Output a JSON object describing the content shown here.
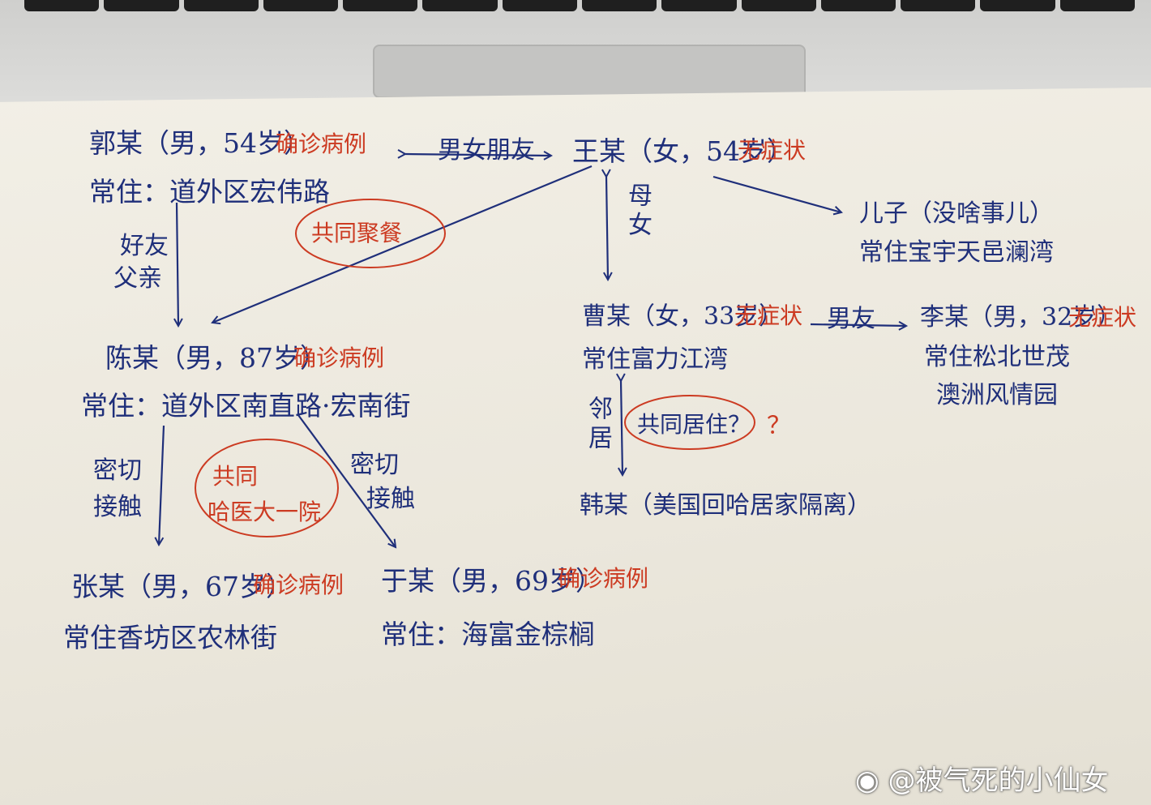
{
  "people": {
    "guo": {
      "name": "郭某（男，54岁）",
      "status": "确诊病例",
      "residence": "常住：道外区宏伟路"
    },
    "wang": {
      "name": "王某（女，54岁）",
      "status": "无症状"
    },
    "son": {
      "name": "儿子（没啥事儿）",
      "residence": "常住宝宇天邑澜湾"
    },
    "cao": {
      "name": "曹某（女，33岁）",
      "status": "无症状",
      "residence": "常住富力江湾"
    },
    "li": {
      "name": "李某（男，32岁）",
      "status": "无症状",
      "residence_1": "常住松北世茂",
      "residence_2": "澳洲风情园"
    },
    "chen": {
      "name": "陈某（男，87岁）",
      "status": "确诊病例",
      "residence": "常住：道外区南直路·宏南街"
    },
    "han": {
      "name": "韩某（美国回哈居家隔离）"
    },
    "zhang": {
      "name": "张某（男，67岁）",
      "status": "确诊病例",
      "residence": "常住香坊区农林街"
    },
    "yu": {
      "name": "于某（男，69岁）",
      "status": "确诊病例",
      "residence": "常住：海富金棕榈"
    }
  },
  "relations": {
    "guo_wang": "男女朋友",
    "wang_cao": "母女",
    "cao_li": "男友",
    "guo_chen_1": "好友",
    "guo_chen_2": "父亲",
    "cao_han": "邻居",
    "chen_zhang_1": "密切",
    "chen_zhang_2": "接触",
    "chen_yu_1": "密切",
    "chen_yu_2": "接触"
  },
  "circled_notes": {
    "dinner": "共同聚餐",
    "cohabit": "共同居住？",
    "cohabit_mark": "？",
    "hospital_1": "共同",
    "hospital_2": "哈医大一院"
  },
  "watermark": "@被气死的小仙女",
  "colors": {
    "ink_blue": "#1f2f7a",
    "ink_red": "#cc3b22",
    "paper": "#efebe1"
  }
}
